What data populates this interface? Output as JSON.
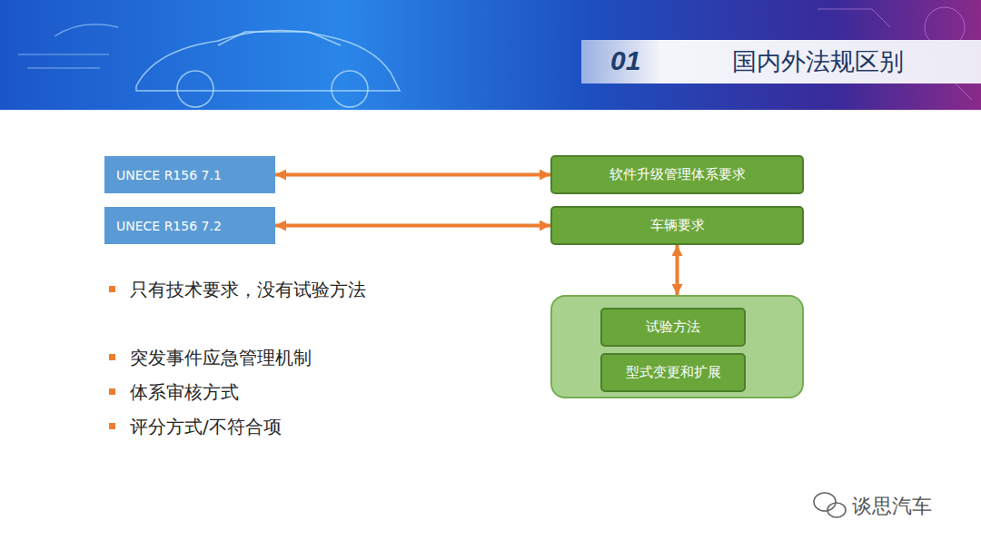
{
  "diagram": {
    "title": "国内外法规区别",
    "nodes": [
      {
        "text": [
          "UNECE R156 7.1"
        ]
      },
      {
        "text": [
          "UNECE R156 7.2"
        ]
      },
      {
        "text": [
          "软件升级管理体系要求"
        ]
      },
      {
        "text": [
          "车辆要求"
        ]
      },
      {
        "text": []
      },
      {
        "text": [
          "试验方法"
        ],
        "in": 4
      },
      {
        "text": [
          "型式变更和扩展"
        ],
        "in": 4
      }
    ],
    "edges": [
      {
        "from": 0,
        "to": 2,
        "arrow": "both"
      },
      {
        "from": 1,
        "to": 3,
        "arrow": "both"
      },
      {
        "from": 3,
        "to": 4,
        "arrow": "both"
      }
    ],
    "labels": [
      "01",
      "只有技术要求，没有试验方法",
      "突发事件应急管理机制",
      "体系审核方式",
      "评分方式/不符合项",
      "谈思汽车"
    ]
  }
}
